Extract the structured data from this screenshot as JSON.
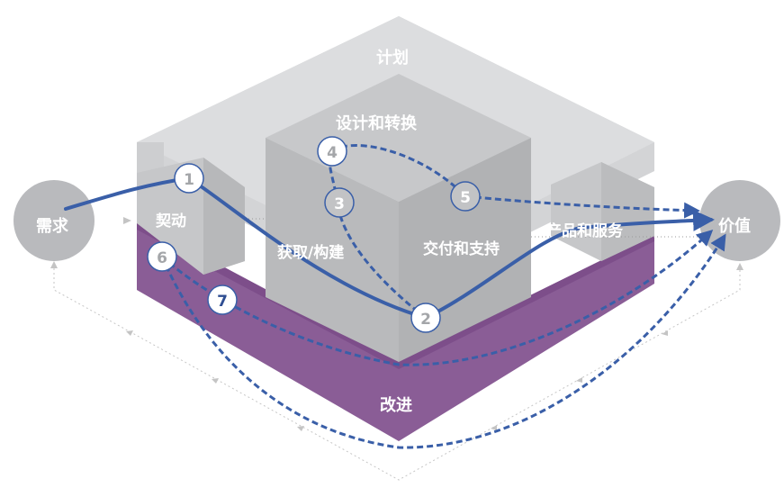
{
  "stages": {
    "plan": "计划",
    "engage": "契动",
    "design": "设计和转换",
    "obtain": "获取/构建",
    "deliver": "交付和支持",
    "products": "产品和服务",
    "improve": "改进"
  },
  "endpoints": {
    "demand": "需求",
    "value": "价值"
  },
  "markers": [
    "1",
    "2",
    "3",
    "4",
    "5",
    "6",
    "7"
  ],
  "colors": {
    "flow": "#3a5fa8",
    "improve": "#8a5a94",
    "gray": "#c0c1c3",
    "marker_text": "#a4a6a9",
    "marker_7_text": "#2f4e92"
  }
}
